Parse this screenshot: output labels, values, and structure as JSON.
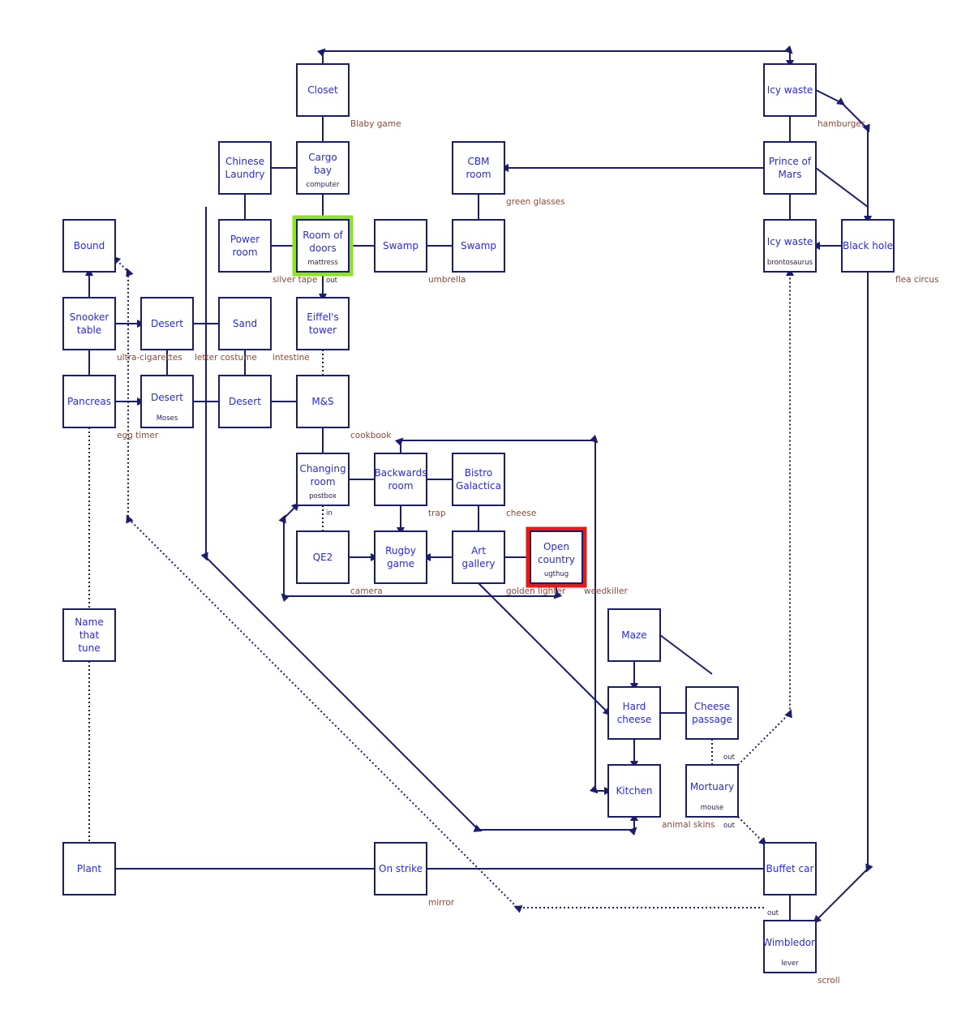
{
  "colors": {
    "line": "#1c1c6e",
    "room_text": "#2a2adf",
    "item_text": "#8a4a3a",
    "start_highlight": "#8ee02a",
    "goal_highlight": "#e21b1b"
  },
  "rooms": [
    {
      "id": "closet",
      "lines": [
        "Closet"
      ],
      "item": ""
    },
    {
      "id": "icy-waste-top",
      "lines": [
        "Icy waste"
      ],
      "item": ""
    },
    {
      "id": "chinese-laundry",
      "lines": [
        "Chinese",
        "Laundry"
      ],
      "item": ""
    },
    {
      "id": "cargo-bay",
      "lines": [
        "Cargo",
        "bay"
      ],
      "item": "computer"
    },
    {
      "id": "cbm-room",
      "lines": [
        "CBM",
        "room"
      ],
      "item": ""
    },
    {
      "id": "prince-of-mars",
      "lines": [
        "Prince of",
        "Mars"
      ],
      "item": ""
    },
    {
      "id": "bound",
      "lines": [
        "Bound"
      ],
      "item": ""
    },
    {
      "id": "power-room",
      "lines": [
        "Power",
        "room"
      ],
      "item": ""
    },
    {
      "id": "room-of-doors",
      "lines": [
        "Room of",
        "doors"
      ],
      "item": "mattress",
      "highlight": "start"
    },
    {
      "id": "swamp-1",
      "lines": [
        "Swamp"
      ],
      "item": ""
    },
    {
      "id": "swamp-2",
      "lines": [
        "Swamp"
      ],
      "item": ""
    },
    {
      "id": "icy-waste-bottom",
      "lines": [
        "Icy waste"
      ],
      "item": "brontosaurus"
    },
    {
      "id": "black-hole",
      "lines": [
        "Black hole"
      ],
      "item": ""
    },
    {
      "id": "snooker-table",
      "lines": [
        "Snooker",
        "table"
      ],
      "item": ""
    },
    {
      "id": "desert-1",
      "lines": [
        "Desert"
      ],
      "item": ""
    },
    {
      "id": "sand",
      "lines": [
        "Sand"
      ],
      "item": ""
    },
    {
      "id": "eiffels-tower",
      "lines": [
        "Eiffel's",
        "tower"
      ],
      "item": ""
    },
    {
      "id": "pancreas",
      "lines": [
        "Pancreas"
      ],
      "item": ""
    },
    {
      "id": "desert-2",
      "lines": [
        "Desert"
      ],
      "item": "Moses"
    },
    {
      "id": "desert-3",
      "lines": [
        "Desert"
      ],
      "item": ""
    },
    {
      "id": "m-and-s",
      "lines": [
        "M&S"
      ],
      "item": ""
    },
    {
      "id": "changing-room",
      "lines": [
        "Changing",
        "room"
      ],
      "item": "postbox"
    },
    {
      "id": "backwards-room",
      "lines": [
        "Backwards",
        "room"
      ],
      "item": ""
    },
    {
      "id": "bistro-galactica",
      "lines": [
        "Bistro",
        "Galactica"
      ],
      "item": ""
    },
    {
      "id": "qe2",
      "lines": [
        "QE2"
      ],
      "item": ""
    },
    {
      "id": "rugby-game",
      "lines": [
        "Rugby",
        "game"
      ],
      "item": ""
    },
    {
      "id": "art-gallery",
      "lines": [
        "Art",
        "gallery"
      ],
      "item": ""
    },
    {
      "id": "open-country",
      "lines": [
        "Open",
        "country"
      ],
      "item": "ugthug",
      "highlight": "goal"
    },
    {
      "id": "name-that-tune",
      "lines": [
        "Name",
        "that",
        "tune"
      ],
      "item": ""
    },
    {
      "id": "maze",
      "lines": [
        "Maze"
      ],
      "item": ""
    },
    {
      "id": "hard-cheese",
      "lines": [
        "Hard",
        "cheese"
      ],
      "item": ""
    },
    {
      "id": "cheese-passage",
      "lines": [
        "Cheese",
        "passage"
      ],
      "item": ""
    },
    {
      "id": "kitchen",
      "lines": [
        "Kitchen"
      ],
      "item": ""
    },
    {
      "id": "mortuary",
      "lines": [
        "Mortuary"
      ],
      "item": "mouse"
    },
    {
      "id": "plant",
      "lines": [
        "Plant"
      ],
      "item": ""
    },
    {
      "id": "on-strike",
      "lines": [
        "On strike"
      ],
      "item": ""
    },
    {
      "id": "buffet-car",
      "lines": [
        "Buffet car"
      ],
      "item": ""
    },
    {
      "id": "wimbledon",
      "lines": [
        "Wimbledon"
      ],
      "item": "lever"
    }
  ],
  "item_labels": [
    {
      "id": "blaby-game",
      "text": "Blaby game"
    },
    {
      "id": "hamburger",
      "text": "hamburger"
    },
    {
      "id": "green-glasses",
      "text": "green glasses"
    },
    {
      "id": "silver-tape",
      "text": "silver tape"
    },
    {
      "id": "umbrella",
      "text": "umbrella"
    },
    {
      "id": "flea-circus",
      "text": "flea circus"
    },
    {
      "id": "ultra-cigarettes",
      "text": "ultra-cigarettes"
    },
    {
      "id": "letter-costume",
      "text": "letter costume"
    },
    {
      "id": "intestine",
      "text": "intestine"
    },
    {
      "id": "egg-timer",
      "text": "egg timer"
    },
    {
      "id": "cookbook",
      "text": "cookbook"
    },
    {
      "id": "trap",
      "text": "trap"
    },
    {
      "id": "cheese",
      "text": "cheese"
    },
    {
      "id": "camera",
      "text": "camera"
    },
    {
      "id": "golden-lighter",
      "text": "golden lighter"
    },
    {
      "id": "weedkiller",
      "text": "weedkiller"
    },
    {
      "id": "animal-skins",
      "text": "animal skins"
    },
    {
      "id": "mirror",
      "text": "mirror"
    },
    {
      "id": "scroll",
      "text": "scroll"
    }
  ],
  "connection_labels": [
    {
      "id": "out-room-of-doors",
      "text": "out"
    },
    {
      "id": "in-changing-room",
      "text": "in"
    },
    {
      "id": "out-cheese-passage",
      "text": "out"
    },
    {
      "id": "out-mortuary",
      "text": "out"
    },
    {
      "id": "out-wimbledon",
      "text": "out"
    }
  ]
}
